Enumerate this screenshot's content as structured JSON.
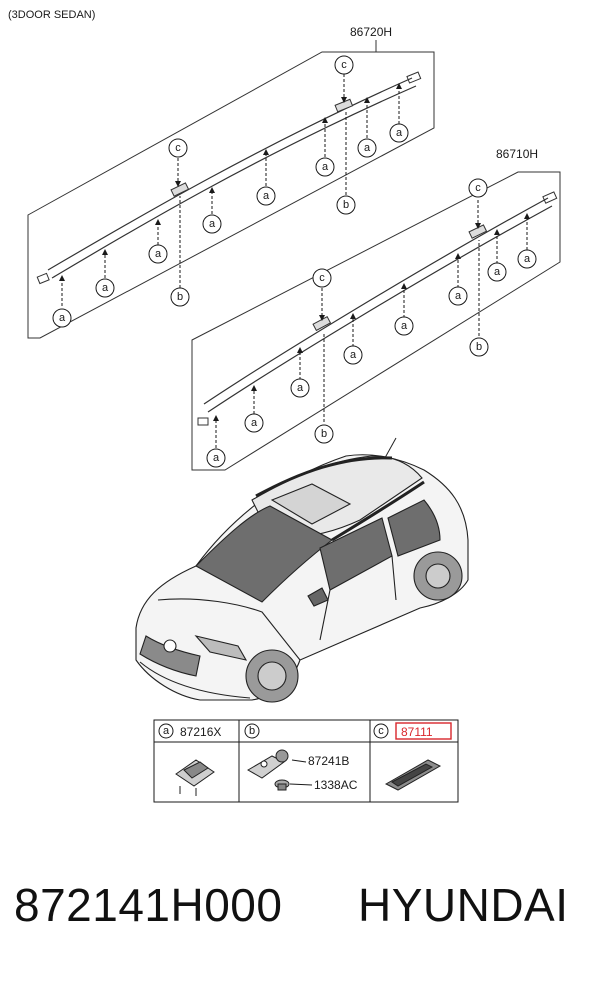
{
  "diagram": {
    "subtitle": "(3DOOR SEDAN)",
    "upper_assembly": "86720H",
    "lower_assembly": "86710H",
    "callouts": {
      "a": "a",
      "b": "b",
      "c": "c"
    }
  },
  "legend": {
    "cells": [
      {
        "key": "a",
        "part": "87216X"
      },
      {
        "key": "b",
        "parts": [
          "87241B",
          "1338AC"
        ]
      },
      {
        "key": "c",
        "part": "87111",
        "highlighted": true
      }
    ],
    "highlight_color": "#d9262c"
  },
  "footer": {
    "part_number": "872141H000",
    "brand": "HYUNDAI"
  }
}
